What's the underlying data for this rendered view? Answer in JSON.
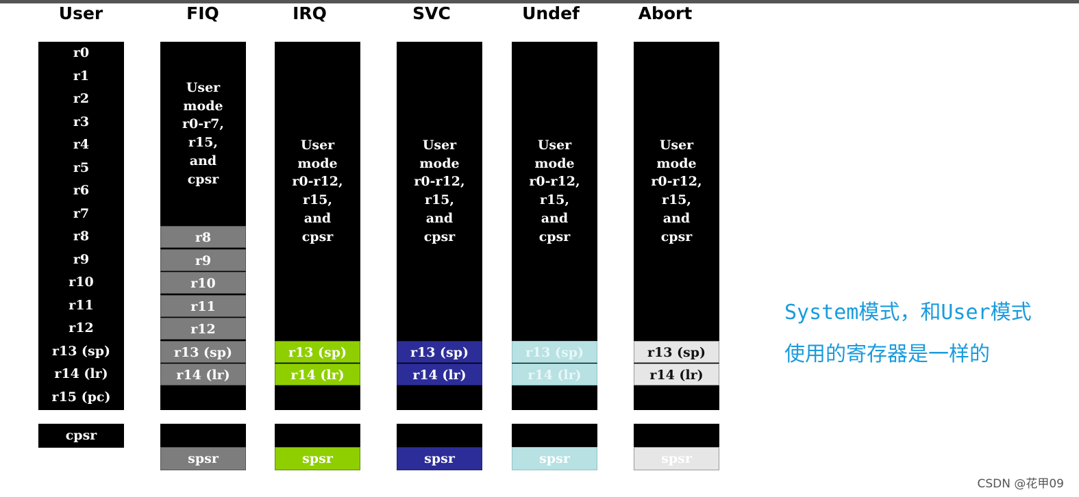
{
  "modes": [
    {
      "name": "User",
      "registers": [
        "r0",
        "r1",
        "r2",
        "r3",
        "r4",
        "r5",
        "r6",
        "r7",
        "r8",
        "r9",
        "r10",
        "r11",
        "r12",
        "r13 (sp)",
        "r14 (lr)",
        "r15 (pc)"
      ],
      "status": "cpsr"
    },
    {
      "name": "FIQ",
      "shared_text": [
        "User",
        "mode",
        "r0-r7,",
        "r15,",
        "and",
        "cpsr"
      ],
      "banked": [
        "r8",
        "r9",
        "r10",
        "r11",
        "r12",
        "r13 (sp)",
        "r14 (lr)"
      ],
      "banked_color": "#7d7d7d",
      "spsr": "spsr"
    },
    {
      "name": "IRQ",
      "shared_text": [
        "User",
        "mode",
        "r0-r12,",
        "r15,",
        "and",
        "cpsr"
      ],
      "banked": [
        "r13 (sp)",
        "r14 (lr)"
      ],
      "banked_color": "#8fcf00",
      "spsr": "spsr"
    },
    {
      "name": "SVC",
      "shared_text": [
        "User",
        "mode",
        "r0-r12,",
        "r15,",
        "and",
        "cpsr"
      ],
      "banked": [
        "r13 (sp)",
        "r14 (lr)"
      ],
      "banked_color": "#2d2d99",
      "spsr": "spsr"
    },
    {
      "name": "Undef",
      "shared_text": [
        "User",
        "mode",
        "r0-r12,",
        "r15,",
        "and",
        "cpsr"
      ],
      "banked": [
        "r13 (sp)",
        "r14 (lr)"
      ],
      "banked_color": "#b7e1e3",
      "spsr": "spsr"
    },
    {
      "name": "Abort",
      "shared_text": [
        "User",
        "mode",
        "r0-r12,",
        "r15,",
        "and",
        "cpsr"
      ],
      "banked": [
        "r13 (sp)",
        "r14 (lr)"
      ],
      "banked_color": "#e6e6e6",
      "spsr": "spsr"
    }
  ],
  "note": {
    "line1": "System模式，和User模式",
    "line2": "使用的寄存器是一样的"
  },
  "watermark": "CSDN @花甲09"
}
